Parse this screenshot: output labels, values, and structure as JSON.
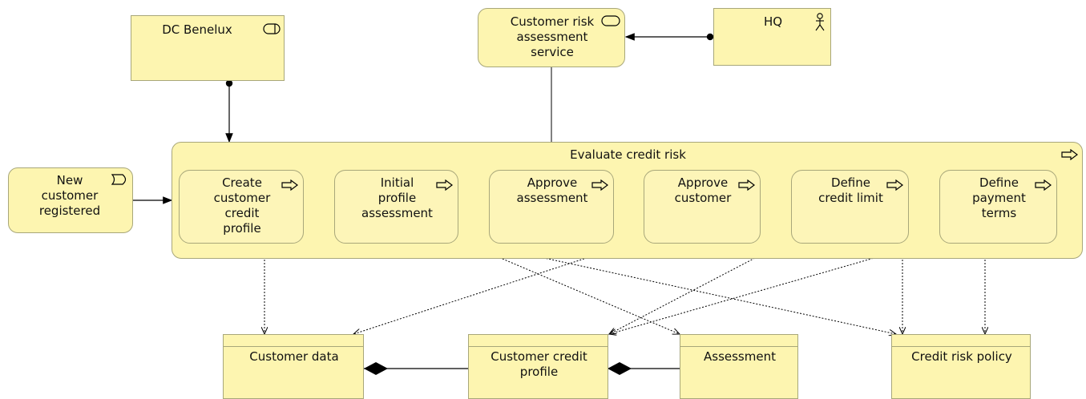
{
  "colors": {
    "fill": "#fdf5b0",
    "border": "#a8a77a",
    "line": "#000000"
  },
  "nodes": {
    "dc_benelux": "DC Benelux",
    "risk_service": "Customer risk\nassessment\nservice",
    "hq": "HQ",
    "evaluate": "Evaluate credit risk",
    "new_customer": "New\ncustomer\nregistered",
    "create_profile": "Create\ncustomer\ncredit\nprofile",
    "initial_assessment": "Initial\nprofile\nassessment",
    "approve_assessment": "Approve\nassessment",
    "approve_customer": "Approve\ncustomer",
    "define_credit": "Define\ncredit limit",
    "define_payment": "Define\npayment\nterms",
    "customer_data": "Customer data",
    "credit_profile": "Customer credit\nprofile",
    "assessment": "Assessment",
    "risk_policy": "Credit risk policy"
  },
  "icons": {
    "dc": "node-device-icon",
    "service": "service-icon",
    "actor": "actor-icon",
    "process": "process-arrow-icon",
    "event": "event-icon"
  }
}
